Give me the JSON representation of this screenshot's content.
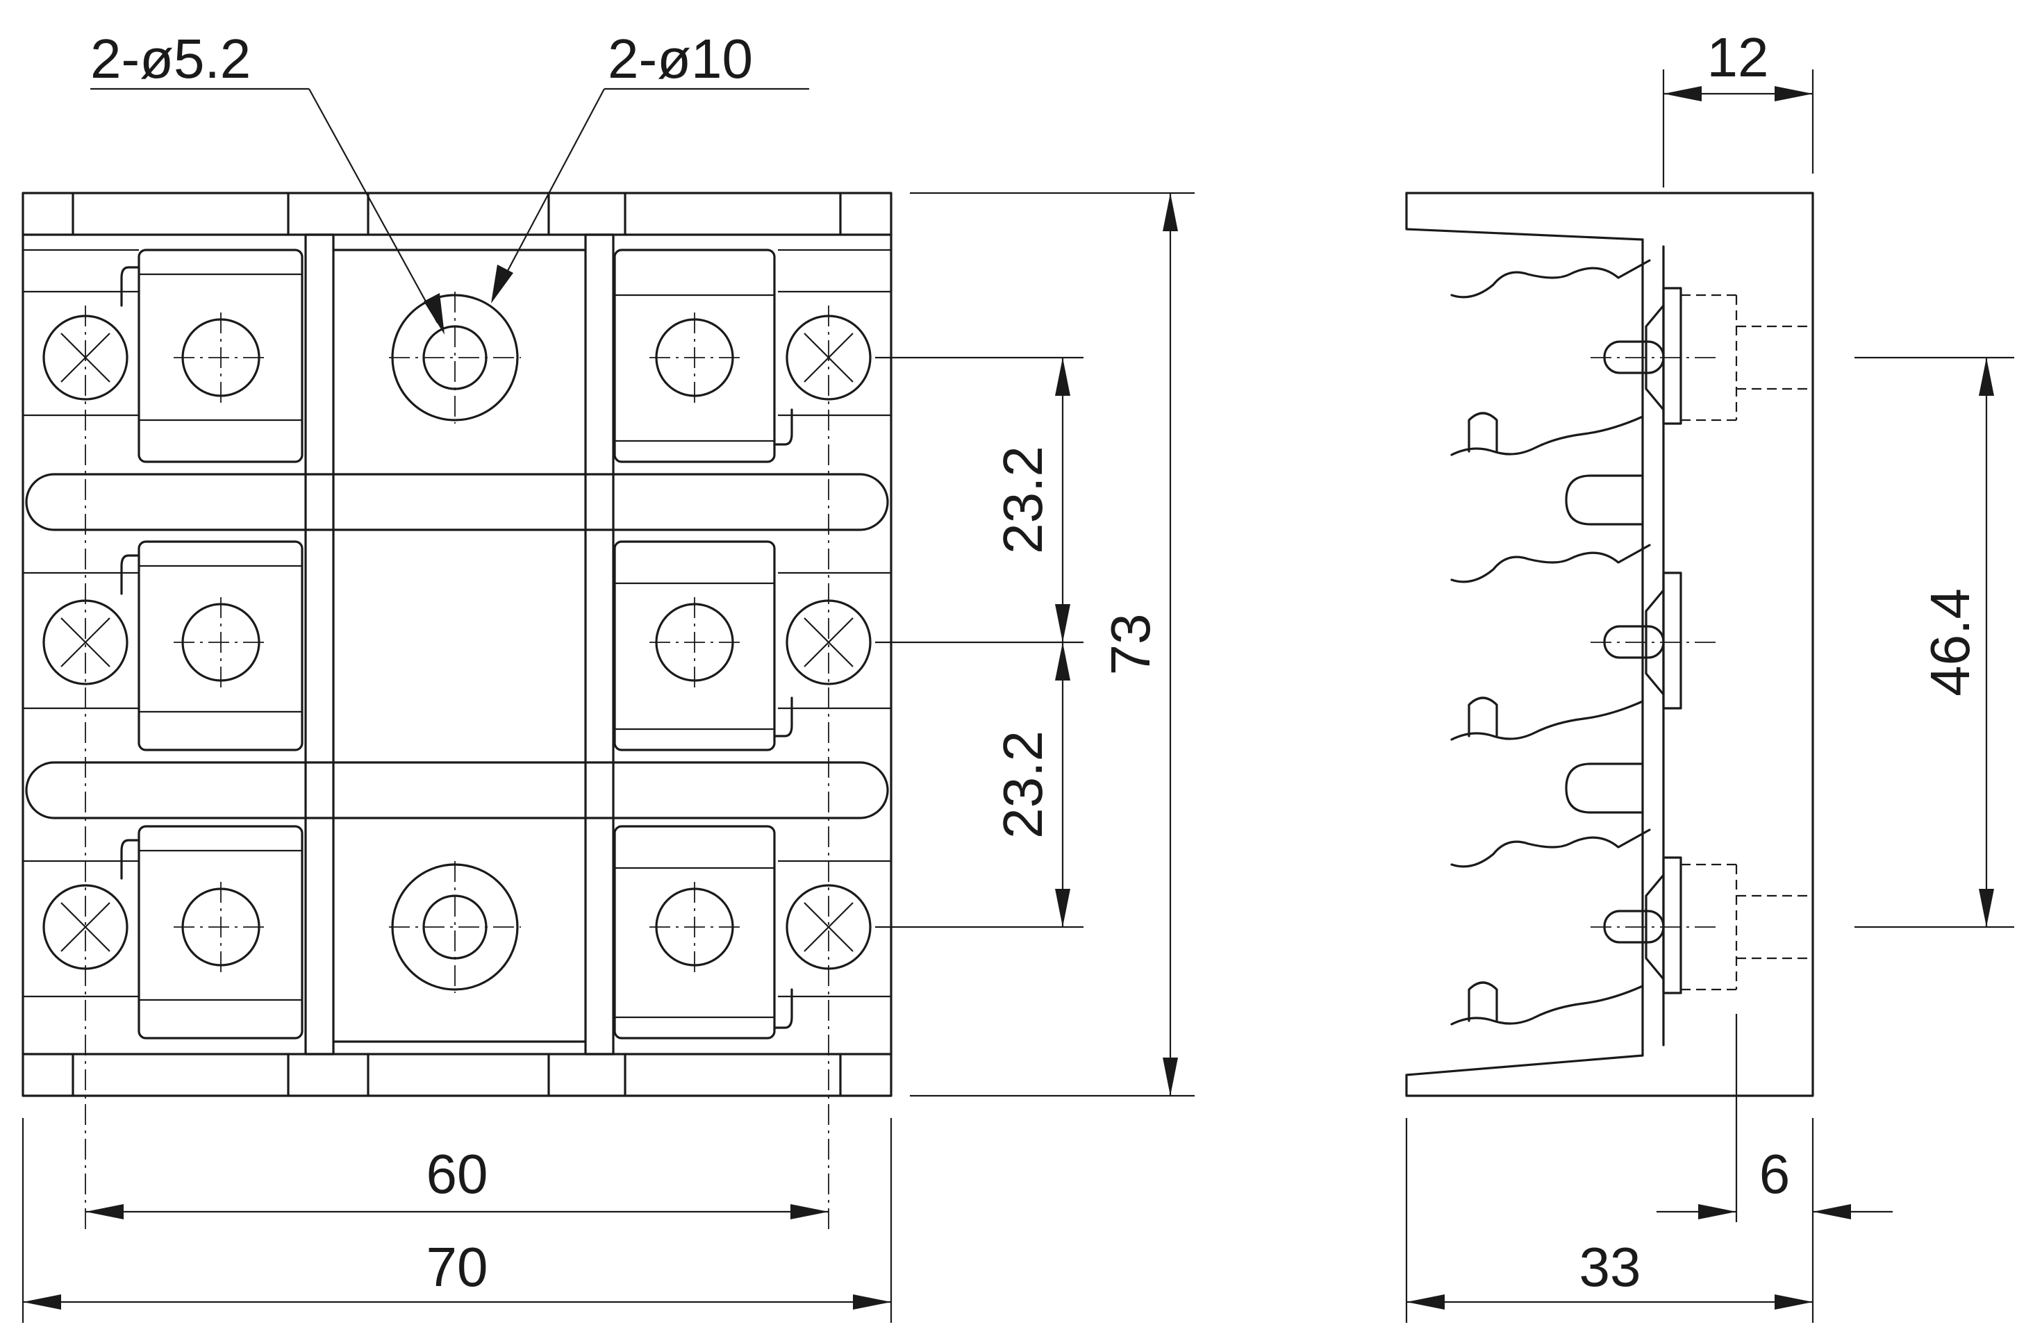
{
  "callouts": {
    "small_hole": "2-ø5.2",
    "large_hole": "2-ø10"
  },
  "front_view": {
    "width_mm": "70",
    "hole_pitch_mm": "60",
    "height_mm": "73",
    "terminal_pitch_upper_mm": "23.2",
    "terminal_pitch_lower_mm": "23.2",
    "terminal_rows": 3
  },
  "side_view": {
    "depth_mm": "33",
    "top_offset_mm": "12",
    "screw_offset_mm": "6",
    "outer_pitch_mm": "46.4"
  },
  "colors": {
    "line": "#1a1a1a",
    "background": "#ffffff"
  }
}
